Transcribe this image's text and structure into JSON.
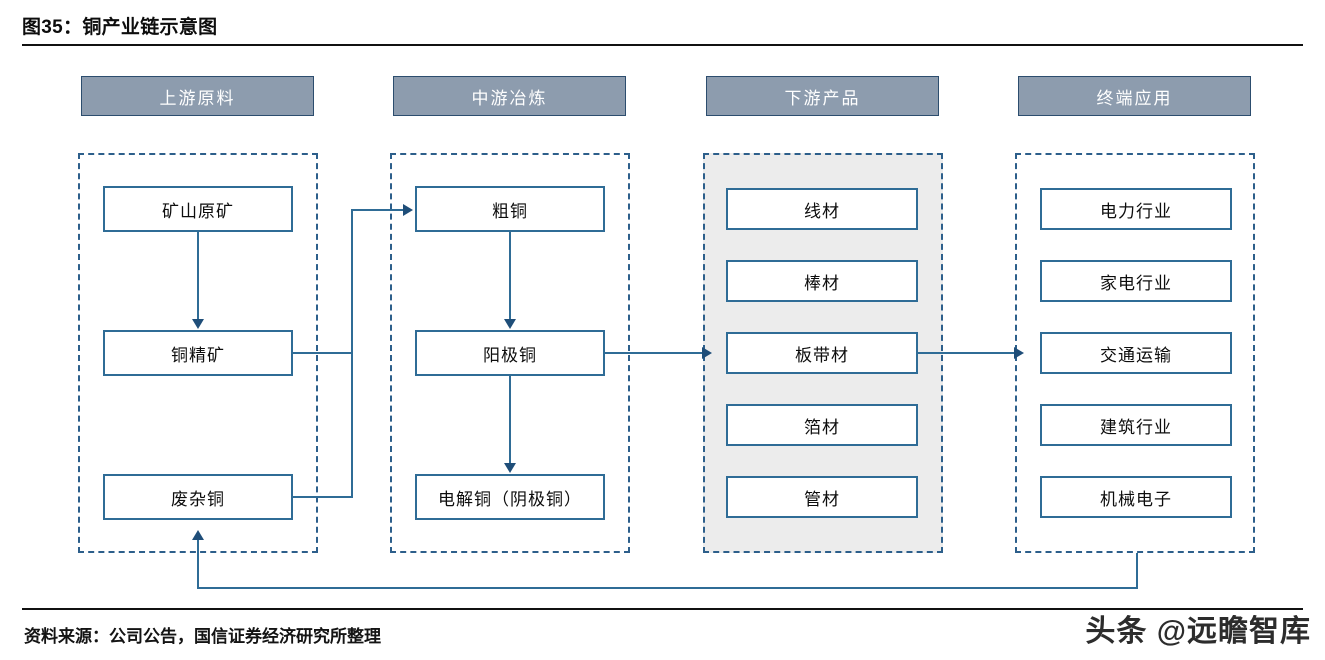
{
  "figure": {
    "title": "图35：铜产业链示意图",
    "source": "资料来源：公司公告，国信证券经济研究所整理",
    "watermark": "头条 @远瞻智库"
  },
  "colors": {
    "header_fill": "#8d9cae",
    "header_border": "#2c4d6e",
    "node_border": "#2f6c96",
    "dashed_border": "#2d5f8b",
    "connector": "#2f6c96",
    "arrow": "#1f4e79",
    "shaded_group_fill": "#ececec",
    "page_background": "#ffffff"
  },
  "stages": [
    {
      "id": "upstream",
      "header": "上游原料"
    },
    {
      "id": "midstream",
      "header": "中游冶炼"
    },
    {
      "id": "downstream",
      "header": "下游产品"
    },
    {
      "id": "enduse",
      "header": "终端应用"
    }
  ],
  "nodes": {
    "upstream": [
      {
        "id": "mine-ore",
        "label": "矿山原矿"
      },
      {
        "id": "copper-conc",
        "label": "铜精矿"
      },
      {
        "id": "scrap-copper",
        "label": "废杂铜"
      }
    ],
    "midstream": [
      {
        "id": "blister-copper",
        "label": "粗铜"
      },
      {
        "id": "anode-copper",
        "label": "阳极铜"
      },
      {
        "id": "cathode-copper",
        "label": "电解铜（阴极铜）"
      }
    ],
    "downstream": [
      {
        "id": "wire",
        "label": "线材"
      },
      {
        "id": "bar",
        "label": "棒材"
      },
      {
        "id": "strip",
        "label": "板带材"
      },
      {
        "id": "foil",
        "label": "箔材"
      },
      {
        "id": "tube",
        "label": "管材"
      }
    ],
    "enduse": [
      {
        "id": "power",
        "label": "电力行业"
      },
      {
        "id": "appliance",
        "label": "家电行业"
      },
      {
        "id": "transport",
        "label": "交通运输"
      },
      {
        "id": "construction",
        "label": "建筑行业"
      },
      {
        "id": "machinery",
        "label": "机械电子"
      }
    ]
  },
  "flows": [
    {
      "from": "矿山原矿",
      "to": "铜精矿"
    },
    {
      "from": "铜精矿",
      "to": "粗铜"
    },
    {
      "from": "废杂铜",
      "to": "粗铜"
    },
    {
      "from": "粗铜",
      "to": "阳极铜"
    },
    {
      "from": "阳极铜",
      "to": "电解铜（阴极铜）"
    },
    {
      "from": "阳极铜",
      "to": "下游产品"
    },
    {
      "from": "板带材",
      "to": "终端应用"
    },
    {
      "from": "终端应用",
      "to": "废杂铜"
    }
  ]
}
